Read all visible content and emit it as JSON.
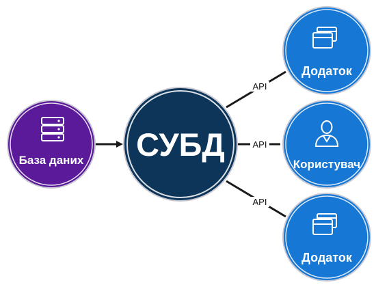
{
  "diagram": {
    "center": {
      "label": "СУБД",
      "color": "#0d3559"
    },
    "source": {
      "label": "База даних",
      "icon": "server-stack-icon",
      "color": "#5b1a9a"
    },
    "targets": [
      {
        "label": "Додаток",
        "icon": "app-windows-icon",
        "connector": "API"
      },
      {
        "label": "Користувач",
        "icon": "user-icon",
        "connector": "API"
      },
      {
        "label": "Додаток",
        "icon": "app-windows-icon",
        "connector": "API"
      }
    ],
    "target_color": "#1677d4",
    "connector_color": "#1a1a1a"
  }
}
